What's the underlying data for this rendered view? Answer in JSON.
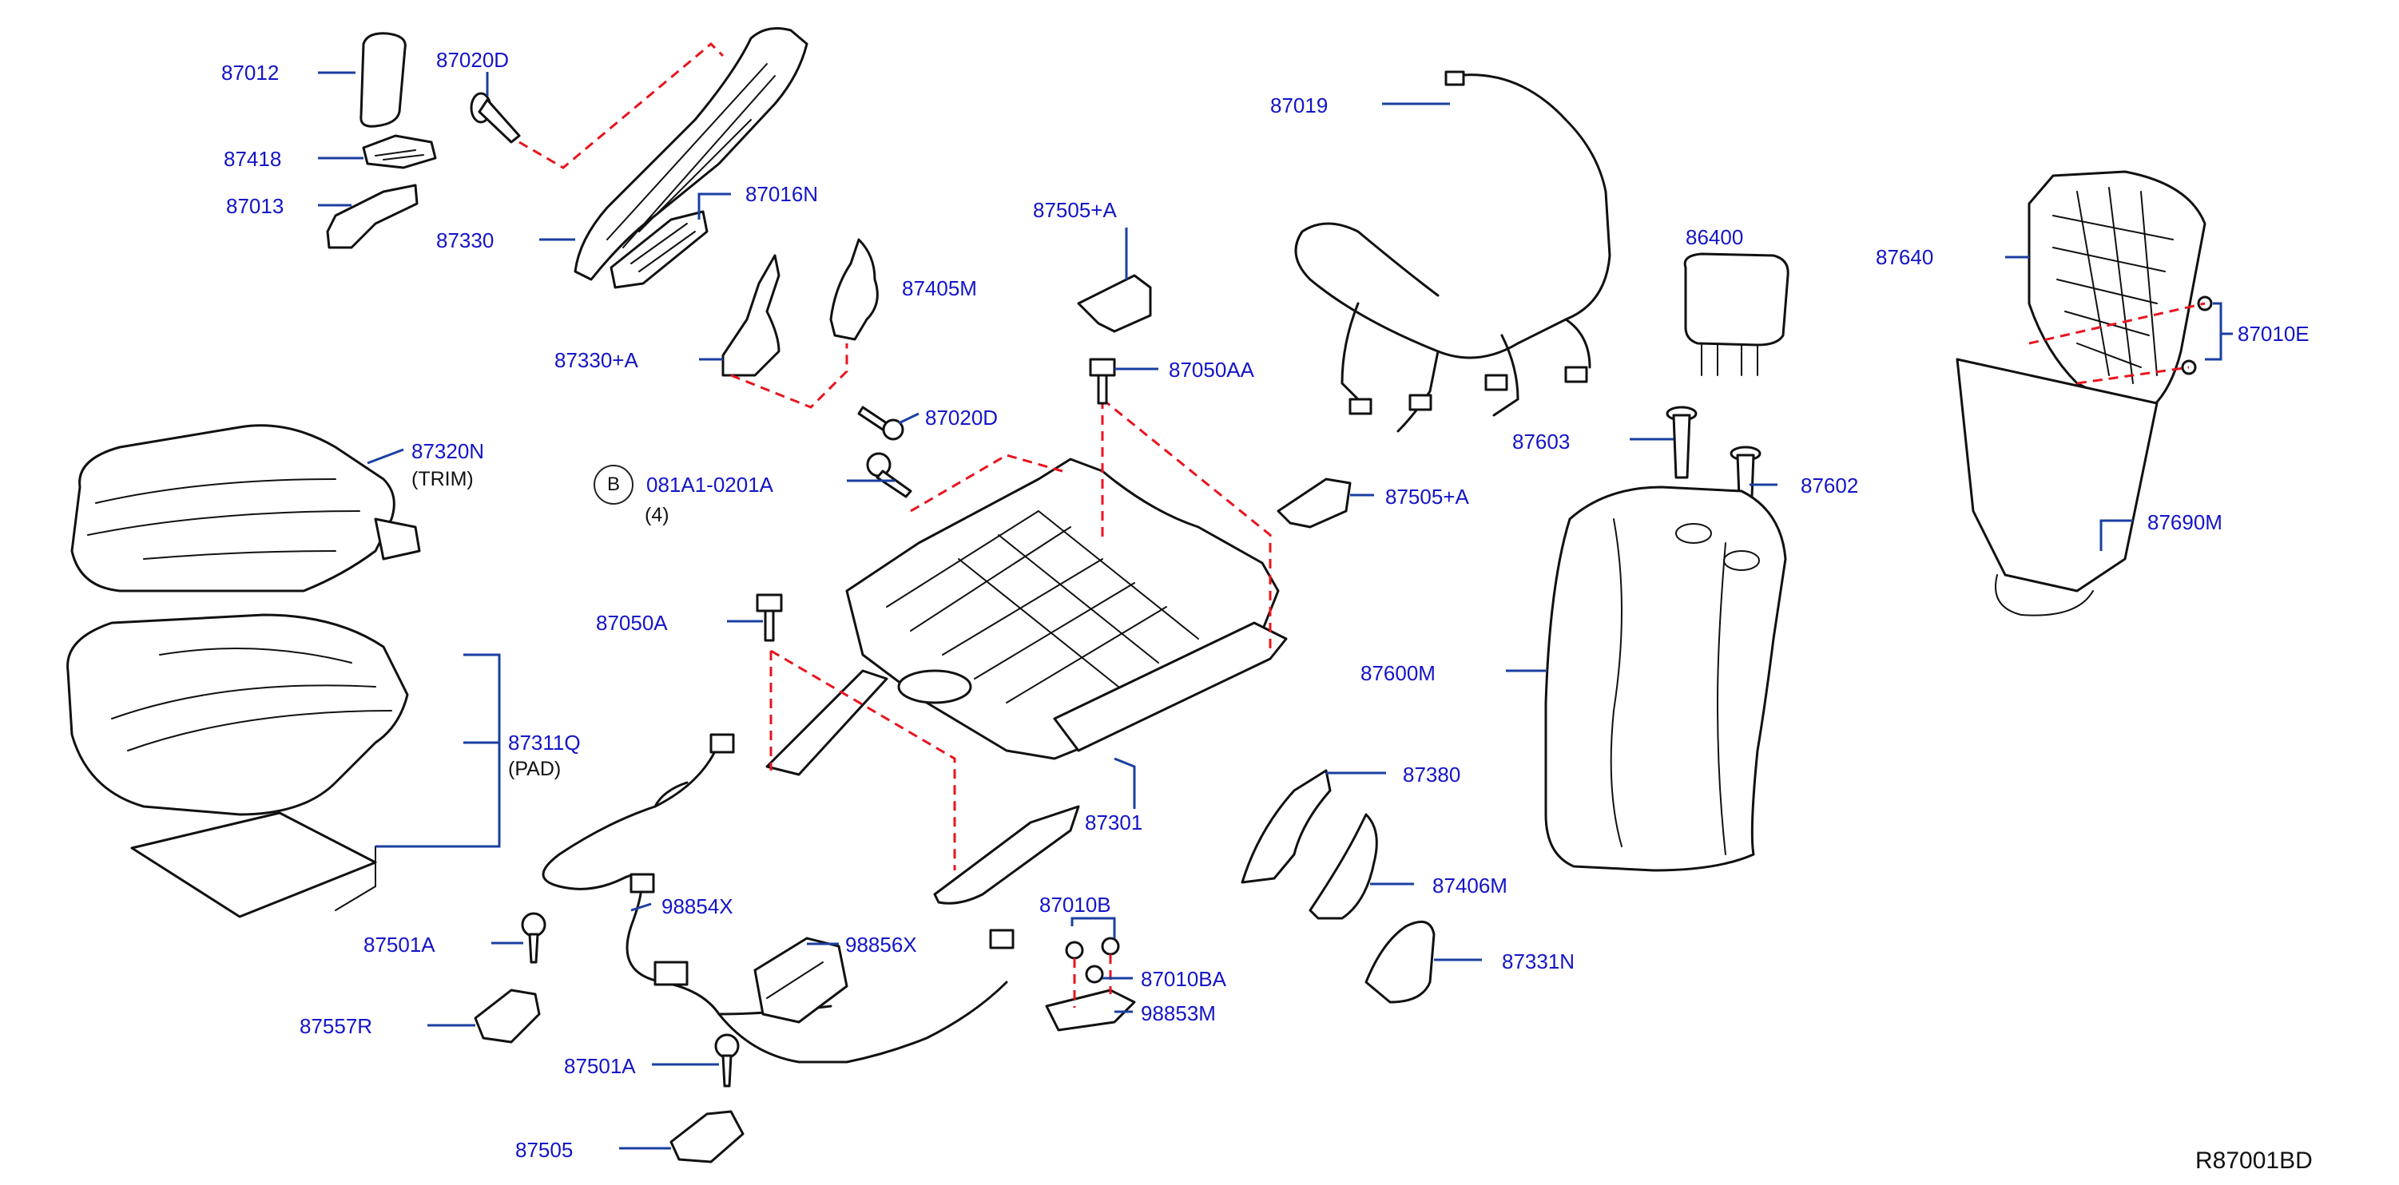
{
  "diagram": {
    "labels": {
      "p87012": "87012",
      "p87020D_top": "87020D",
      "p87418": "87418",
      "p87013": "87013",
      "p87016N": "87016N",
      "p87330": "87330",
      "p87019": "87019",
      "p87505A_top": "87505+A",
      "p87405M": "87405M",
      "p86400": "86400",
      "p87640": "87640",
      "p87010E": "87010E",
      "p87330A": "87330+A",
      "p87050AA": "87050AA",
      "p87020D_mid": "87020D",
      "p87603": "87603",
      "p87602": "87602",
      "p87320N": "87320N",
      "p081A1": "081A1-0201A",
      "p87505A_mid": "87505+A",
      "p87690M": "87690M",
      "p87050A": "87050A",
      "p87600M": "87600M",
      "p87311Q": "87311Q",
      "p87301": "87301",
      "p87380": "87380",
      "p87406M": "87406M",
      "p98854X": "98854X",
      "p87010B": "87010B",
      "p87501A_a": "87501A",
      "p98856X": "98856X",
      "p87010BA": "87010BA",
      "p87331N": "87331N",
      "p87557R": "87557R",
      "p98853M": "98853M",
      "p87501A_b": "87501A",
      "p87505": "87505"
    },
    "sublabels": {
      "trim": "(TRIM)",
      "pad": "(PAD)",
      "qty": "(4)"
    },
    "bolt_symbol": "B",
    "drawing_code": "R87001BD"
  },
  "colors": {
    "label_text": "#1414c8",
    "leader_line": "#1a3fa0",
    "alignment_dash": "#e8141e",
    "line_art": "#111111",
    "background": "#ffffff"
  }
}
